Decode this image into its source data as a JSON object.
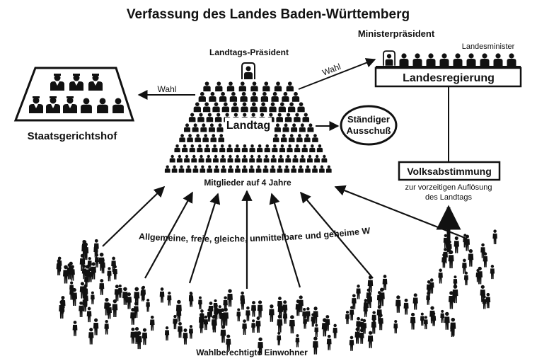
{
  "title": "Verfassung des Landes Baden-Württemberg",
  "staatsgerichtshof": {
    "label": "Staatsgerichtshof"
  },
  "landtag": {
    "president_label": "Landtags-Präsident",
    "label": "Landtag",
    "members_label": "Mitglieder auf 4 Jahre"
  },
  "ausschuss": {
    "label_line1": "Ständiger",
    "label_line2": "Ausschuß"
  },
  "regierung": {
    "ministerpraesident_label": "Ministerpräsident",
    "landesminister_label": "Landesminister",
    "label": "Landesregierung"
  },
  "volksabstimmung": {
    "label": "Volksabstimmung",
    "note_line1": "zur vorzeitigen Auflösung",
    "note_line2": "des Landtags"
  },
  "wahl_labels": {
    "to_staatsgerichtshof": "Wahl",
    "to_regierung": "Wahl"
  },
  "election_principles": "Allgemeine, freie, gleiche, unmittelbare und geheime Wahl",
  "voters_label": "Wahlberechtigte Einwohner"
}
